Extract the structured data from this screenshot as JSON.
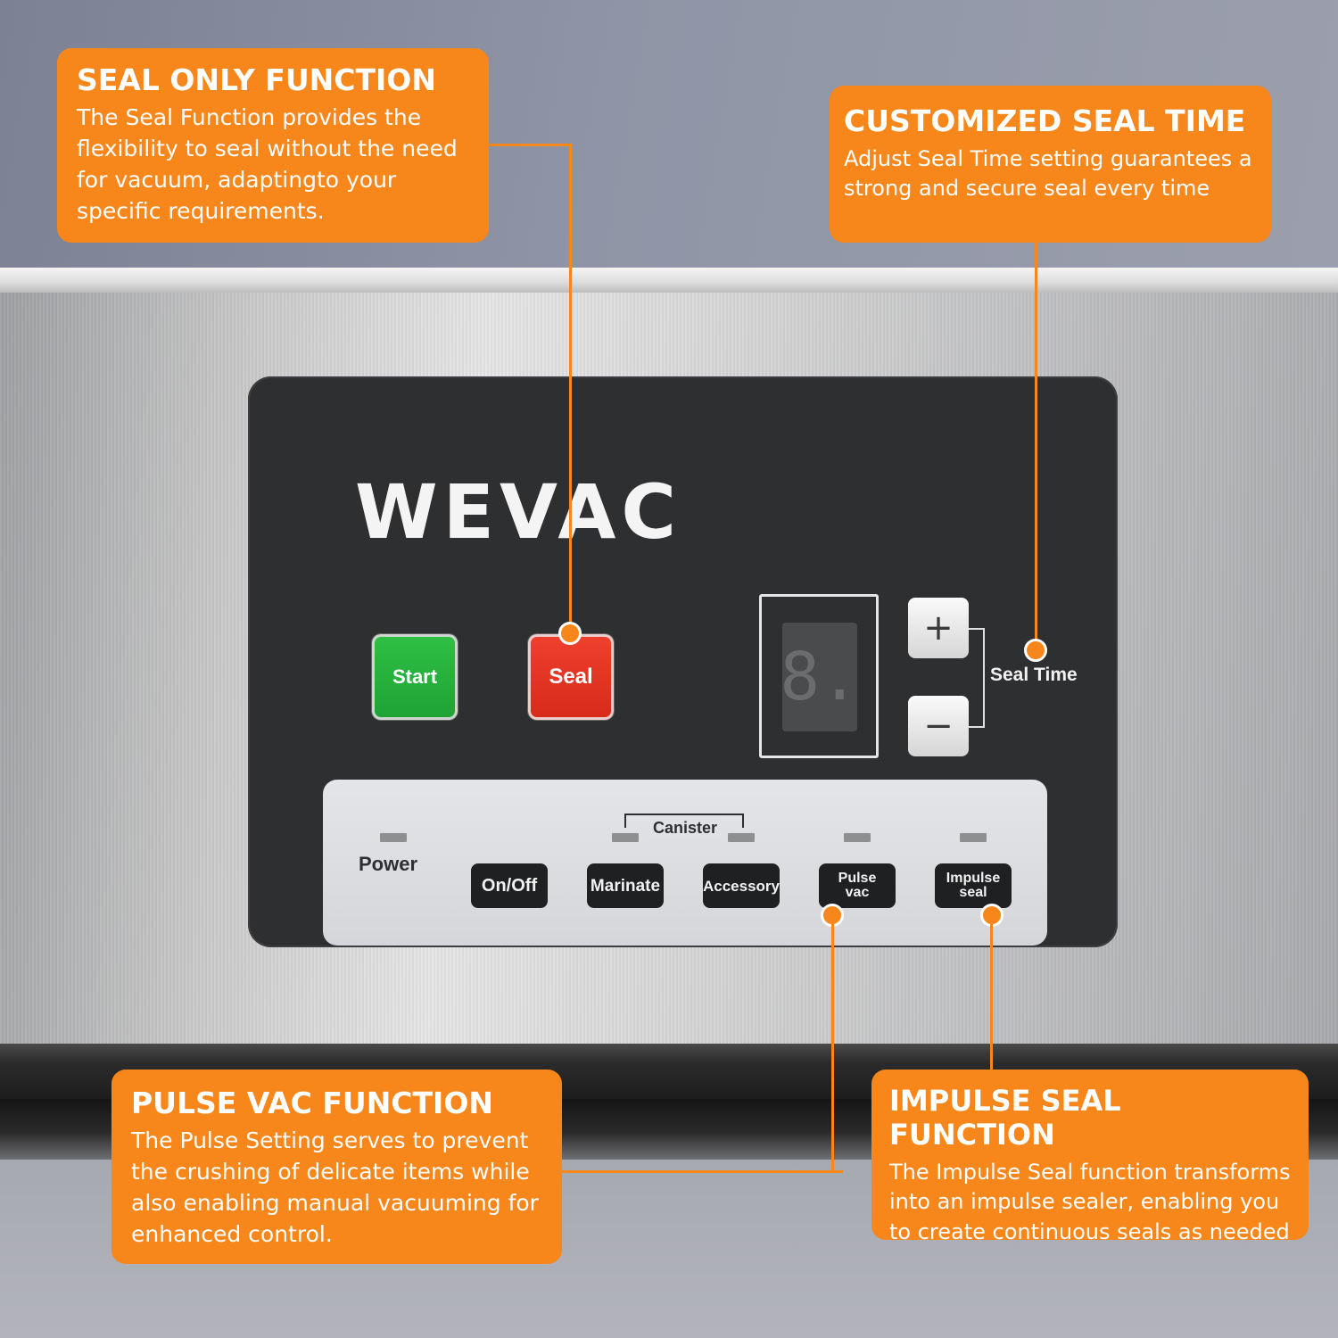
{
  "brand": {
    "logo": "WEVAC"
  },
  "panel": {
    "start_label": "Start",
    "seal_label": "Seal",
    "display_digit": "8.",
    "plus_symbol": "+",
    "minus_symbol": "−",
    "seal_time_label": "Seal Time"
  },
  "strip": {
    "power_label": "Power",
    "canister_label": "Canister",
    "buttons": [
      {
        "label": "On/Off"
      },
      {
        "label": "Marinate"
      },
      {
        "label": "Accessory"
      },
      {
        "label_line1": "Pulse",
        "label_line2": "vac"
      },
      {
        "label_line1": "Impulse",
        "label_line2": "seal"
      }
    ]
  },
  "callouts": {
    "seal_only": {
      "title": "SEAL ONLY FUNCTION",
      "body": "The Seal Function provides the flexibility to seal without the need for vacuum, adaptingto your specific requirements."
    },
    "seal_time": {
      "title": "CUSTOMIZED SEAL TIME",
      "body": "Adjust Seal Time setting guarantees a strong and secure seal every time"
    },
    "pulse_vac": {
      "title": "PULSE VAC FUNCTION",
      "body": "The Pulse Setting serves to prevent the crushing of delicate items while also enabling manual vacuuming for enhanced control."
    },
    "impulse_seal": {
      "title": "IMPULSE SEAL FUNCTION",
      "body": "The Impulse Seal function transforms into an impulse sealer, enabling you to create continuous seals as needed"
    }
  },
  "colors": {
    "accent_orange": "#f7861b",
    "start_green": "#22a838",
    "seal_red": "#e0321f",
    "panel_dark": "#2e2f31"
  }
}
